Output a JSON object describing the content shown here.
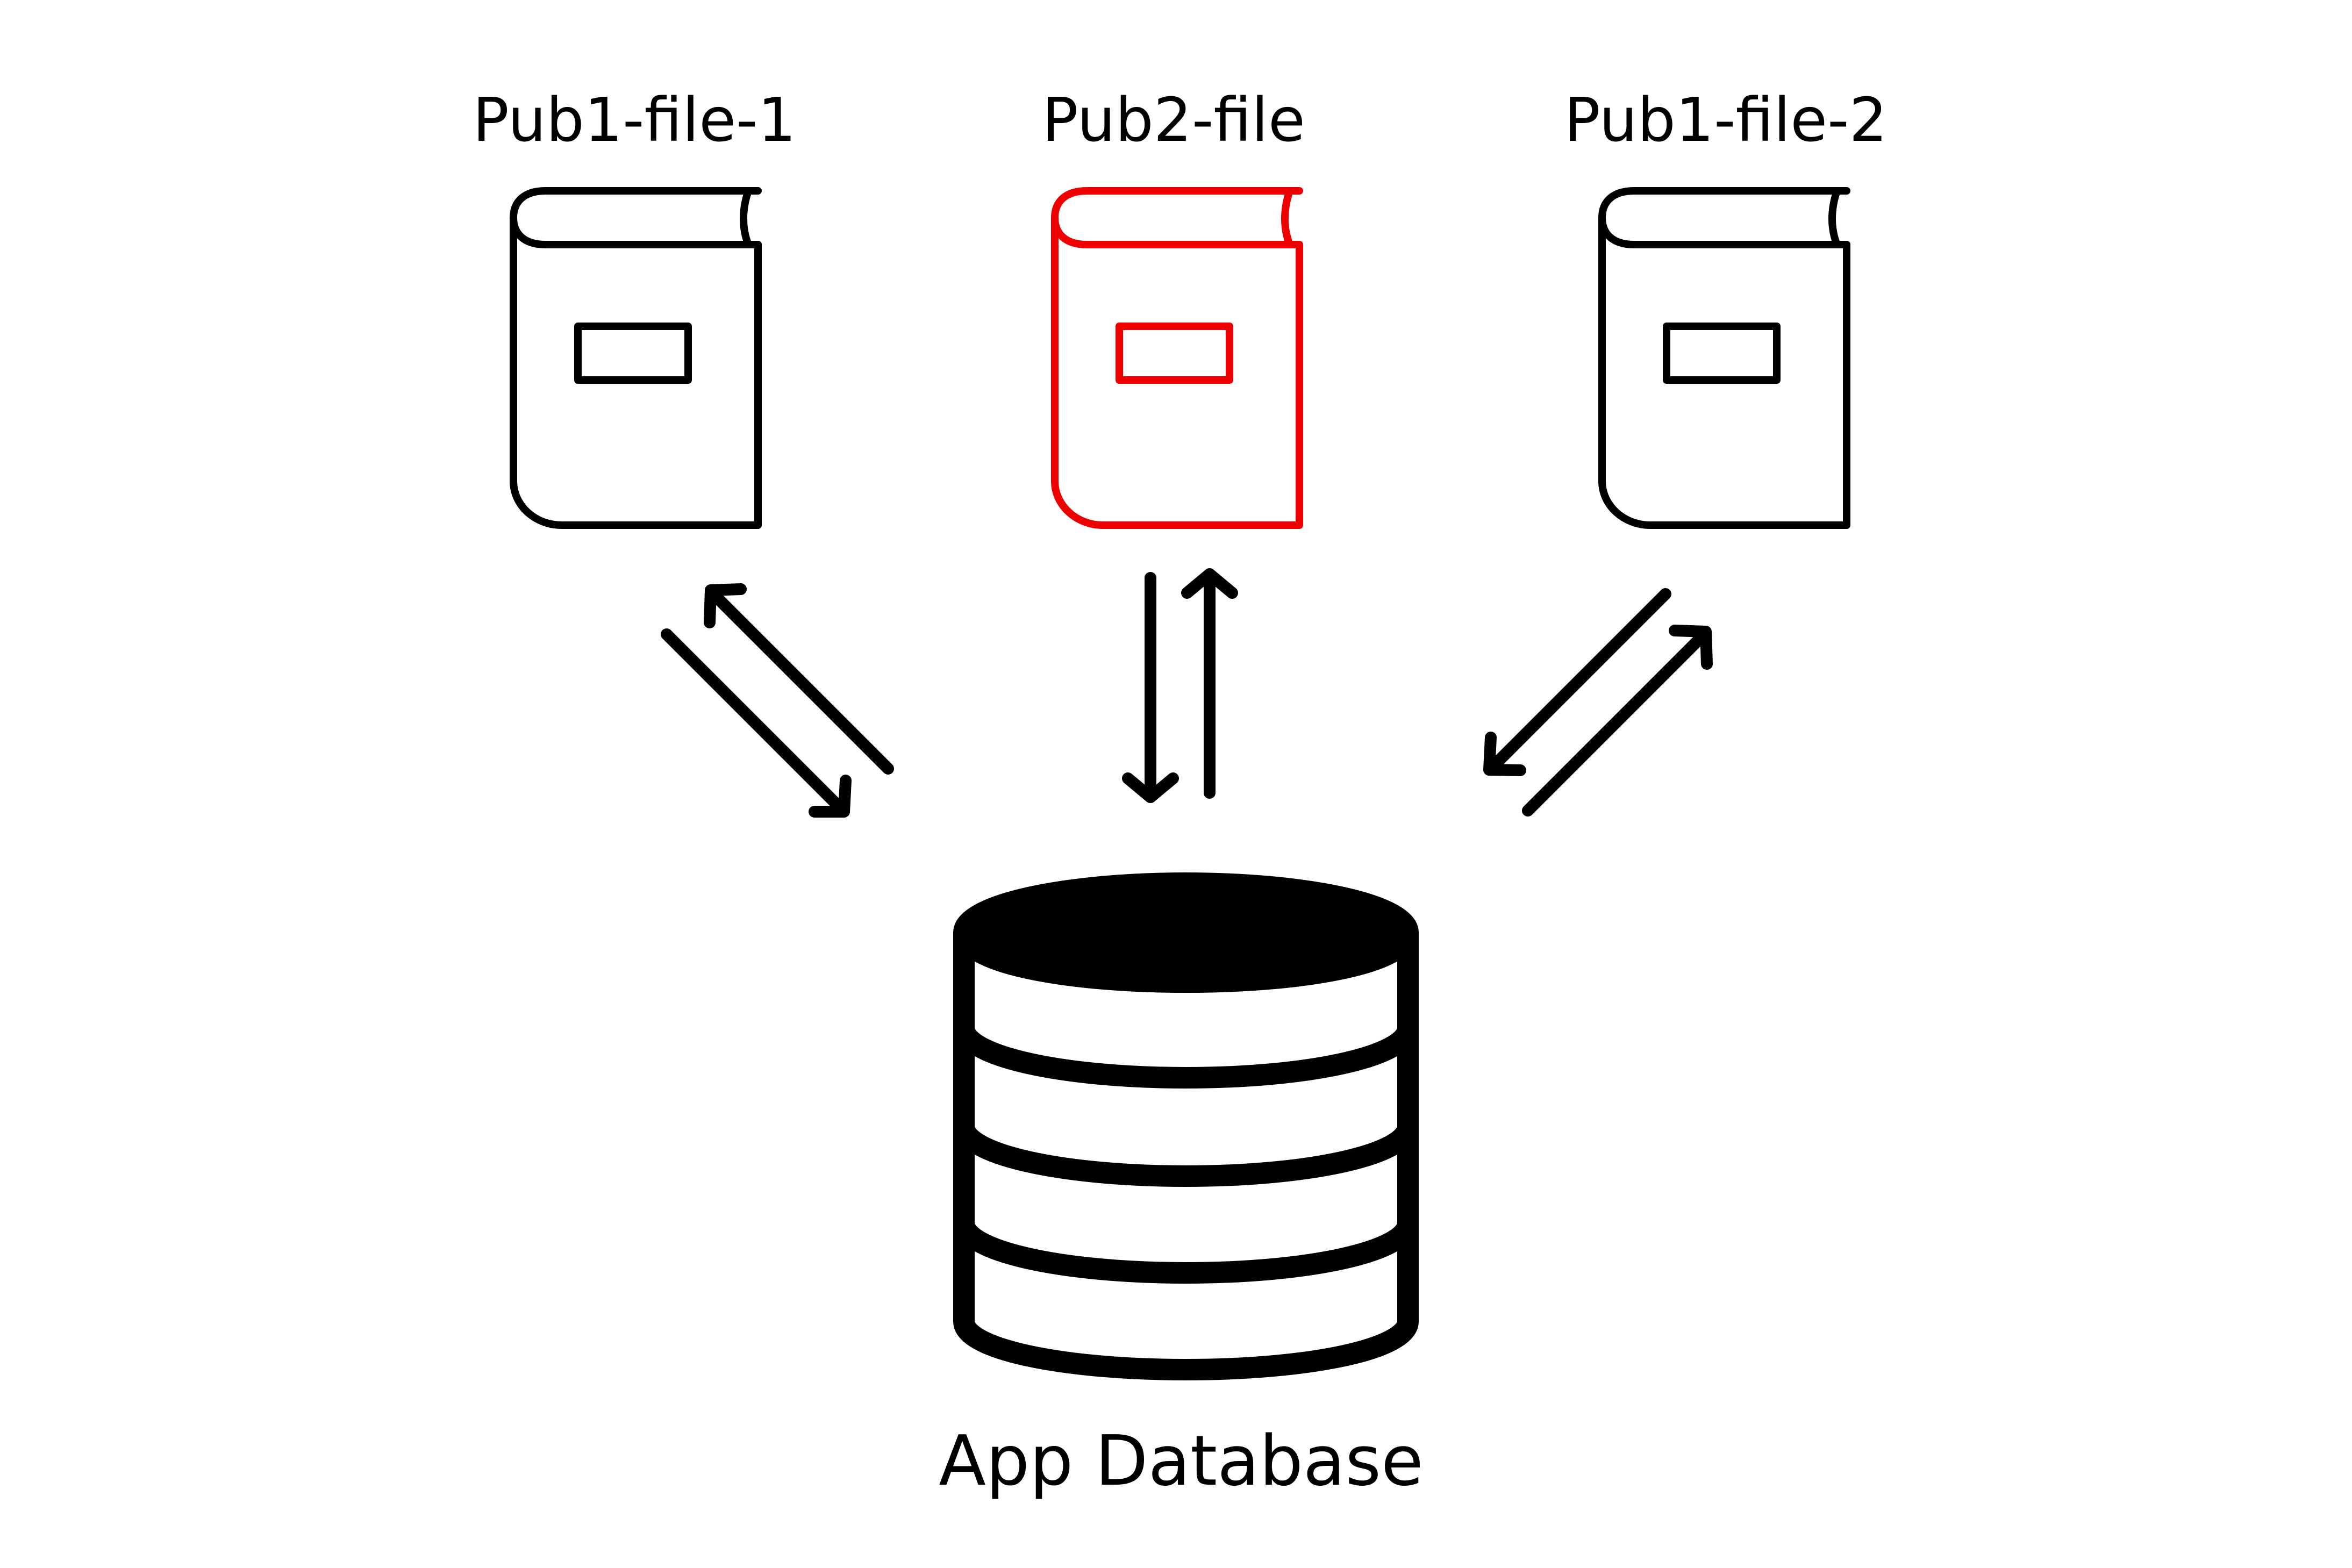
{
  "files": [
    {
      "label": "Pub1-file-1",
      "color": "#000000",
      "icon": "book-icon"
    },
    {
      "label": "Pub2-file",
      "color": "#ee0000",
      "icon": "book-icon"
    },
    {
      "label": "Pub1-file-2",
      "color": "#000000",
      "icon": "book-icon"
    }
  ],
  "database": {
    "label": "App Database",
    "color": "#000000",
    "icon": "database-icon"
  },
  "arrows": [
    {
      "between": [
        "Pub1-file-1",
        "App Database"
      ],
      "direction": "bidirectional"
    },
    {
      "between": [
        "Pub2-file",
        "App Database"
      ],
      "direction": "bidirectional"
    },
    {
      "between": [
        "Pub1-file-2",
        "App Database"
      ],
      "direction": "bidirectional"
    }
  ]
}
